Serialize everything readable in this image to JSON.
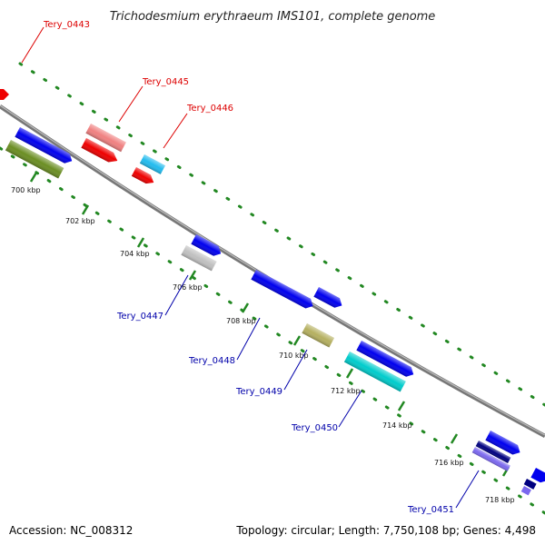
{
  "title": "Trichodesmium erythraeum IMS101, complete genome",
  "footer": {
    "accession": "Accession: NC_008312",
    "summary": "Topology: circular; Length: 7,750,108 bp; Genes: 4,498"
  },
  "ticks": [
    {
      "label": "700 kbp"
    },
    {
      "label": "702 kbp"
    },
    {
      "label": "704 kbp"
    },
    {
      "label": "706 kbp"
    },
    {
      "label": "708 kbp"
    },
    {
      "label": "710 kbp"
    },
    {
      "label": "712 kbp"
    },
    {
      "label": "714 kbp"
    },
    {
      "label": "716 kbp"
    },
    {
      "label": "718 kbp"
    }
  ],
  "gene_labels": [
    {
      "text": "Tery_0443",
      "color": "#dd0000"
    },
    {
      "text": "Tery_0445",
      "color": "#dd0000"
    },
    {
      "text": "Tery_0446",
      "color": "#dd0000"
    },
    {
      "text": "Tery_0447",
      "color": "#0000aa"
    },
    {
      "text": "Tery_0448",
      "color": "#0000aa"
    },
    {
      "text": "Tery_0449",
      "color": "#0000aa"
    },
    {
      "text": "Tery_0450",
      "color": "#0000aa"
    },
    {
      "text": "Tery_0451",
      "color": "#0000aa"
    }
  ],
  "colors": {
    "backbone": "#888888",
    "forward_strand": "#0000ee",
    "reverse_strand": "#ee0000",
    "scale_dots": "#228822"
  }
}
